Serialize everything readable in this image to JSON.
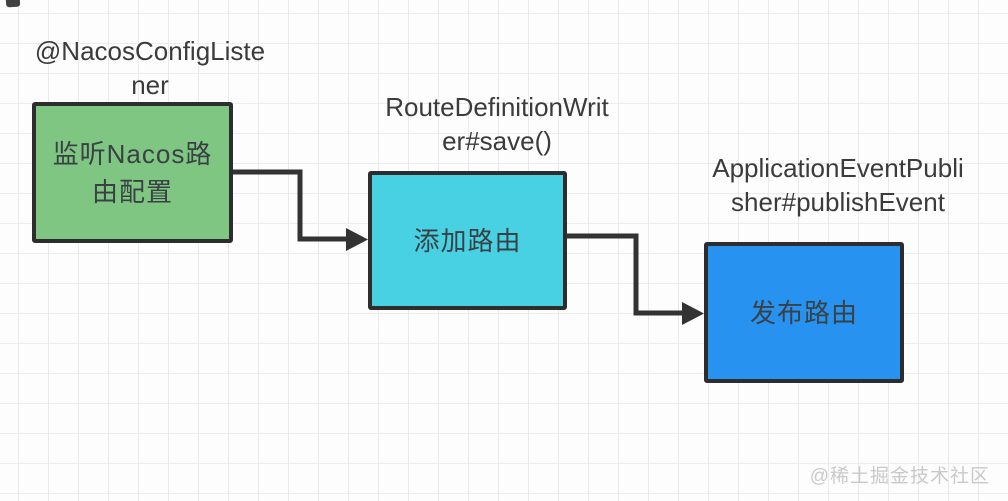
{
  "diagram": {
    "nodes": [
      {
        "annotation": "@NacosConfigListe\nner",
        "label": "监听Nacos路\n由配置",
        "fill": "#80c683"
      },
      {
        "annotation": "RouteDefinitionWrit\ner#save()",
        "label": "添加路由",
        "fill": "#47d1e2"
      },
      {
        "annotation": "ApplicationEventPubli\nsher#publishEvent",
        "label": "发布路由",
        "fill": "#2792f0"
      }
    ],
    "connections": [
      {
        "from": 0,
        "to": 1
      },
      {
        "from": 1,
        "to": 2
      }
    ],
    "colors": {
      "node_border": "#2d2d2d",
      "arrow": "#333333",
      "label_text": "#3b3b3b",
      "watermark_text": "#c9c9c9"
    },
    "watermark": "@稀土掘金技术社区"
  }
}
